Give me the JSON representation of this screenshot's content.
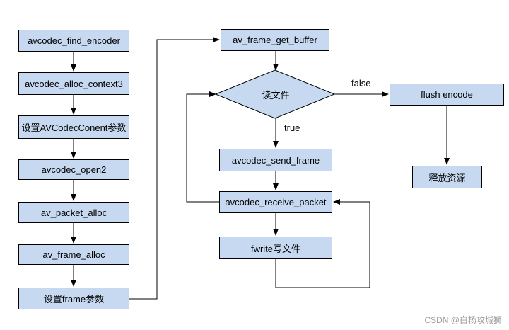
{
  "colors": {
    "node_fill": "#c6d9f1",
    "node_border": "#000000",
    "line": "#000000"
  },
  "left_column": [
    "avcodec_find_encoder",
    "avcodec_alloc_context3",
    "设置AVCodecConent参数",
    "avcodec_open2",
    "av_packet_alloc",
    "av_frame_alloc",
    "设置frame参数"
  ],
  "middle": {
    "get_buffer": "av_frame_get_buffer",
    "read_file": "读文件",
    "send_frame": "avcodec_send_frame",
    "receive_packet": "avcodec_receive_packet",
    "fwrite": "fwrite写文件"
  },
  "right": {
    "flush": "flush encode",
    "release": "释放资源"
  },
  "edge_labels": {
    "false": "false",
    "true": "true"
  },
  "watermark": "CSDN @白杨攻城狮"
}
